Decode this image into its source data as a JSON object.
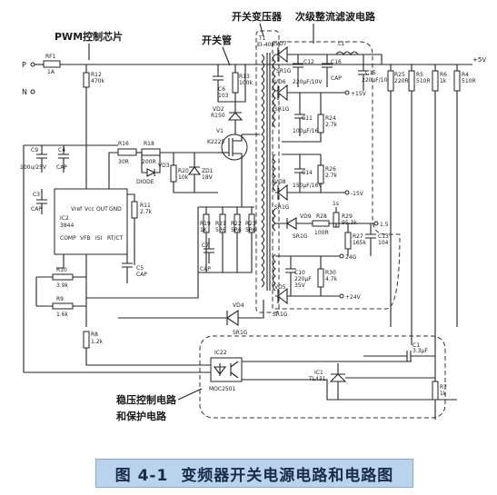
{
  "headings": {
    "pwm_chip": "PWM控制芯片",
    "switch_transformer": "开关变压器",
    "secondary_rectifier": "次级整流滤波电路",
    "switch_tube": "开关管",
    "regulation_protection_line1": "稳压控制电路",
    "regulation_protection_line2": "和保护电路"
  },
  "caption": {
    "figure_no": "图 4-1",
    "title": "变频器开关电源电路和电路图"
  },
  "inputs": {
    "p_terminal": "P",
    "n_terminal": "N"
  },
  "outputs": {
    "plus5v": "+5V",
    "plus15v": "+15V",
    "minus15v": "-15V",
    "v24g": "24G",
    "plus24v": "+24V",
    "v1_5": "1.5",
    "v1s": "1s"
  },
  "components": {
    "rf1": "RF1",
    "rf1_val": "1A",
    "r12": "R12",
    "r12_val": "470k",
    "c9": "C9",
    "c9_val": "100u/25V",
    "c4": "C4",
    "c4_val": "CAP",
    "r16": "R16",
    "r16_val": "30R",
    "r18": "R18",
    "r18_val": "200R",
    "vd3": "VD3",
    "vd3_type": "DIODE",
    "r20": "R20",
    "r20_val": "10k",
    "zd1": "ZD1",
    "zd1_val": "18V",
    "c6": "C6",
    "c6_val": "103",
    "r13": "R13",
    "r13_val": "100k",
    "vd2": "VD2",
    "vd2_type": "R150",
    "v1": "V1",
    "v1_type": "K2225",
    "t1": "T1",
    "t1_type": "EI-40H",
    "ic2": "IC2",
    "ic2_type": "3844",
    "pin_vref": "Vref",
    "pin_vcc": "Vcc",
    "pin_out": "OUT",
    "pin_gnd": "GND",
    "pin_comp": "COMP",
    "pin_vfb": "VFB",
    "pin_isense": "ISI",
    "pin_rtct": "RT/CT",
    "c3": "C3",
    "c3_val": "CAP",
    "r11": "R11",
    "r11_val": "2.7k",
    "c5": "C5",
    "c5_val": "CAP",
    "r10": "R10",
    "r10_val": "3.9k",
    "r9": "R9",
    "r9_val": "1.6k",
    "r8": "R8",
    "r8_val": "1.2k",
    "r19": "R19",
    "r19_val": "1K",
    "r21": "R21",
    "r21_val": "5R6",
    "r22": "R22",
    "r22_val": "5R6",
    "r23": "R23",
    "r23_val": "5R6",
    "c7": "C7",
    "c7_val": "CAP",
    "vd4": "VD4",
    "vd4_type": "SR1G",
    "vd7": "VD7",
    "vd7_type": "SR1G",
    "c12": "C12",
    "c12_val": "220μF/10V",
    "c16": "C16",
    "c16_val": "CAP",
    "l1": "L1",
    "c15": "C15",
    "c15_val": "220μF/10V",
    "r25": "R25",
    "r25_val": "220R",
    "r5": "R5",
    "r5_val": "510R",
    "r6": "R6",
    "r6_val": "1k",
    "r4": "R4",
    "r4_val": "510R",
    "vd6": "VD6",
    "vd6_type": "SR1G",
    "c11": "C11",
    "c11_val": "100μF/16V",
    "r24": "R24",
    "r24_val": "2.7k",
    "vd8": "VD8",
    "vd8_type": "SR1G",
    "c14": "C14",
    "c14_val": "150μF/16V",
    "r26": "R26",
    "r26_val": "2.7k",
    "r29": "R29",
    "r29_val": "95.3k",
    "vd9": "VD9",
    "vd9_type": "SR1G",
    "r28": "R28",
    "r28_val": "100R",
    "r27": "R27",
    "r27_val": "165k",
    "c13": "C13",
    "c13_val": "104",
    "c10": "C10",
    "c10_val": "220μF",
    "c10_v": "35V",
    "r30": "R30",
    "r30_val": "4.7k",
    "vd5": "VD5",
    "vd5_type": "SR1G",
    "ic22": "IC22",
    "ic22_type": "MOC2501",
    "c1": "C1",
    "c1_val": "3.3μF",
    "ic1": "IC1",
    "ic1_type": "TL431",
    "r7": "R7",
    "r7_val": "1k"
  }
}
